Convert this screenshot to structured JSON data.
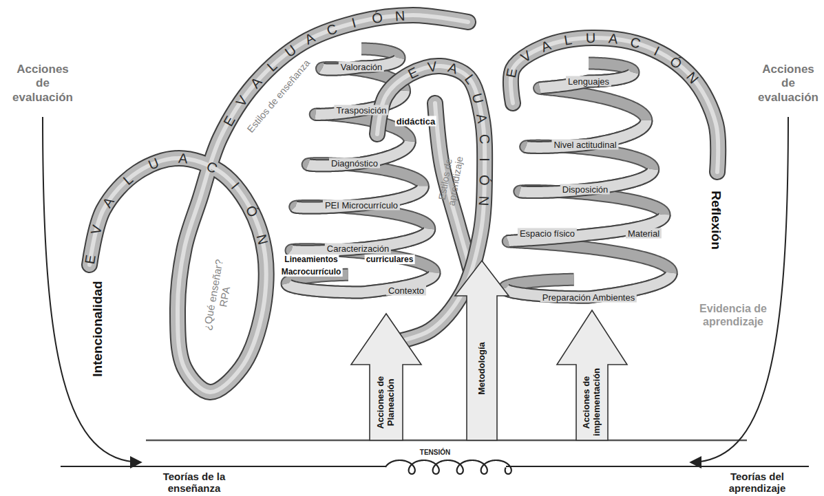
{
  "diagram": {
    "nodes": [
      {
        "text": [
          "Acciones de Planeación"
        ]
      },
      {
        "text": [
          "Metodología"
        ]
      },
      {
        "text": [
          "Acciones de implementación"
        ]
      }
    ],
    "labels": [
      "Acciones de evaluación",
      "EVALUACIÓN",
      "Intencionalidad",
      "EVALUACIÓN",
      "Estilos de enseñanza",
      "¿Qué enseñar? RPA",
      "Valoración",
      "Trasposición",
      "didáctica",
      "EVALUACIÓN",
      "Diagnóstico",
      "PEI Microcurrículo",
      "Caracterización",
      "Lineamientos",
      "curriculares",
      "Macrocurrículo",
      "Contexto",
      "EVALUACIÓN",
      "Estilos de aprendizaje",
      "Lenguajes",
      "Nivel actitudinal",
      "Disposición",
      "Espacio físico",
      "Material",
      "Preparación Ambientes",
      "Reflexión",
      "Acciones de evaluación",
      "Evidencia de aprendizaje",
      "TENSIÓN",
      "Teorías de la enseñanza",
      "Teorías del aprendizaje"
    ]
  }
}
